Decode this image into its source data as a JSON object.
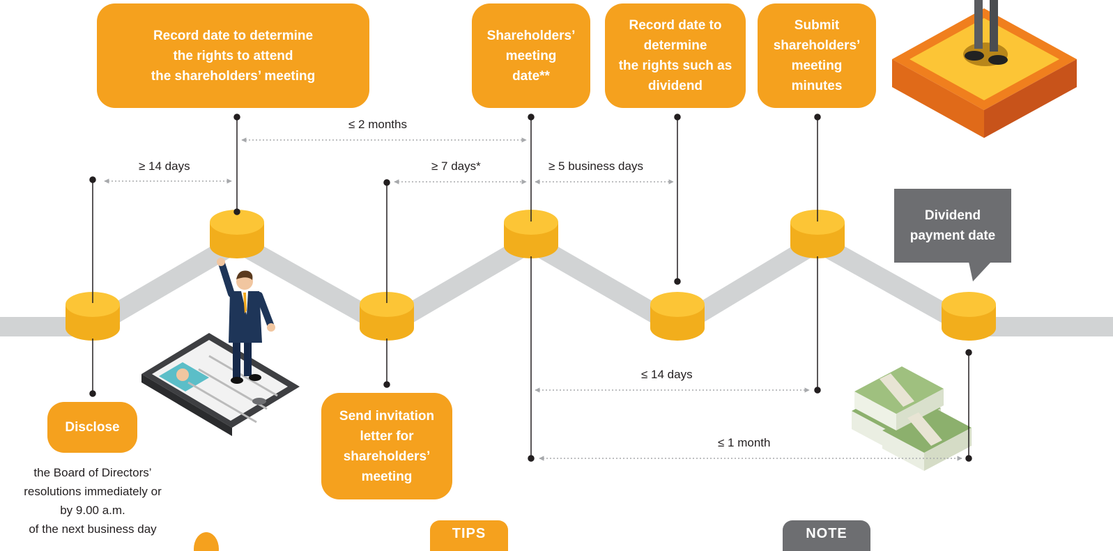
{
  "steps": {
    "record_meeting": "Record date to determine\nthe rights to attend\nthe shareholders’ meeting",
    "meeting_date": "Shareholders’\nmeeting\ndate**",
    "record_dividend": "Record date to\ndetermine\nthe rights such as\ndividend",
    "submit_minutes": "Submit\nshareholders’\nmeeting\nminutes",
    "dividend_payment": "Dividend\npayment date",
    "disclose": "Disclose",
    "disclose_detail": "the Board of Directors’\nresolutions immediately or\nby 9.00 a.m.\nof the next business day",
    "send_invitation": "Send invitation\nletter for\nshareholders’\nmeeting"
  },
  "intervals": {
    "two_months": "≤ 2 months",
    "fourteen_days_min": "≥ 14 days",
    "seven_days": "≥ 7 days*",
    "five_business_days": "≥ 5 business days",
    "fourteen_days_max": "≤ 14 days",
    "one_month": "≤ 1 month"
  },
  "footer": {
    "tips": "TIPS",
    "note": "NOTE"
  },
  "colors": {
    "orange": "#f5a11e",
    "coin": "#fcc536",
    "gray_box": "#6d6e71",
    "track": "#cfcfcf"
  }
}
